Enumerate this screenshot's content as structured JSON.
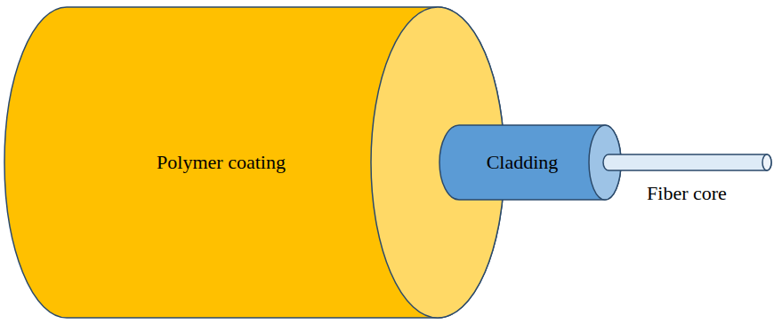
{
  "diagram": {
    "nodes": [
      {
        "text": [
          "Polymer coating"
        ]
      },
      {
        "text": [
          "Cladding"
        ]
      },
      {
        "text": [
          "Fiber core"
        ]
      }
    ]
  }
}
